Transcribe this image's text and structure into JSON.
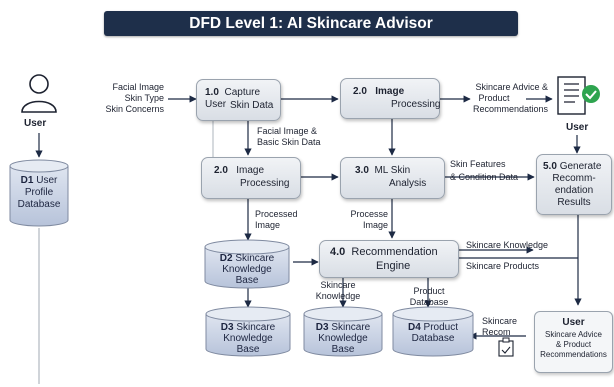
{
  "title": "DFD Level 1: AI Skincare Advisor",
  "external_entities": {
    "user_left": "User",
    "user_right": "User",
    "user_box": {
      "title": "User",
      "lines": [
        "Skincare Advice",
        "& Product",
        "Recommendations"
      ]
    }
  },
  "processes": {
    "p1": {
      "num": "1.0",
      "lines": [
        "Capture User",
        "Skin Data"
      ]
    },
    "p2a": {
      "num": "2.0",
      "lines": [
        "Image",
        "Processing"
      ]
    },
    "p2b": {
      "num": "2.0",
      "lines": [
        "Image",
        "Processing"
      ]
    },
    "p3": {
      "num": "3.0",
      "lines": [
        "ML Skin",
        "Analysis"
      ]
    },
    "p4": {
      "num": "4.0",
      "lines": [
        "Recommendation",
        "Engine"
      ]
    },
    "p5": {
      "num": "5.0",
      "lines": [
        "Generate",
        "Recomm-",
        "endation",
        "Results"
      ]
    }
  },
  "data_stores": {
    "d1": {
      "id": "D1",
      "lines": [
        "User",
        "Profile",
        "Database"
      ]
    },
    "d2": {
      "id": "D2",
      "lines": [
        "Skincare",
        "Knowledge",
        "Base"
      ]
    },
    "d3a": {
      "id": "D3",
      "lines": [
        "Skincare",
        "Knowledge",
        "Base"
      ]
    },
    "d3b": {
      "id": "D3",
      "lines": [
        "Skincare",
        "Knowledge",
        "Base"
      ]
    },
    "d4": {
      "id": "D4",
      "lines": [
        "Product",
        "Database"
      ]
    }
  },
  "flows": {
    "inputs": [
      "Facial Image",
      "Skin Type",
      "Skin Concerns"
    ],
    "output_advice": [
      "Skincare Advice &",
      "Product",
      "Recommendations"
    ],
    "facial_basic": [
      "Facial Image &",
      "Basic Skin Data"
    ],
    "skin_features": [
      "Skin Features",
      "& Condition Data"
    ],
    "processed_image": [
      "Processed",
      "Image"
    ],
    "processe_image": [
      "Processe",
      "Image"
    ],
    "skincare_knowledge": "Skincare Knowledge",
    "skincare_products": "Skincare Products",
    "skincare_knowledge_down": [
      "Skincare",
      "Knowledge"
    ],
    "product_database": [
      "Product",
      "Database"
    ],
    "skincare_recom": [
      "Skincare",
      "Recom"
    ]
  },
  "colors": {
    "title_bg": "#1e2f4a",
    "arrow": "#1d2a44",
    "store_fill": "#c9d3e6",
    "process_fill": "#e3e7ec",
    "check": "#2ea44f"
  }
}
